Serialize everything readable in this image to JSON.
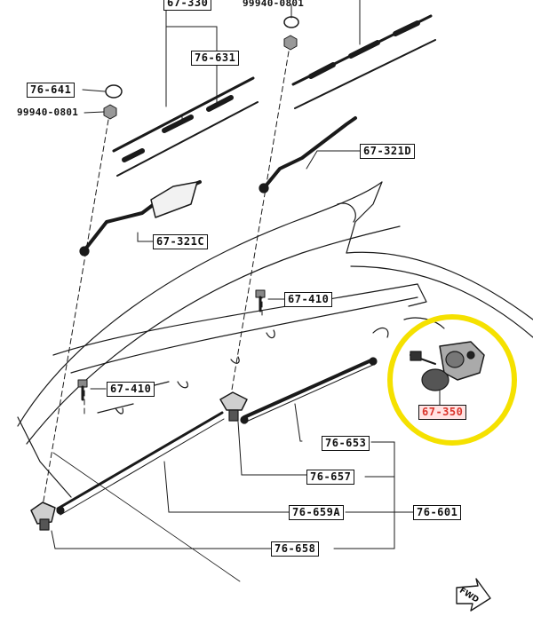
{
  "diagram": {
    "labels": {
      "top_left": "67-330",
      "top_right": "99940-0801",
      "l76_631": "76-631",
      "l76_641": "76-641",
      "l99940": "99940-0801",
      "l67_321d": "67-321D",
      "l67_321c": "67-321C",
      "l67_410a": "67-410",
      "l67_410b": "67-410",
      "l67_350": "67-350",
      "l76_653": "76-653",
      "l76_657": "76-657",
      "l76_659a": "76-659A",
      "l76_601": "76-601",
      "l76_658": "76-658"
    },
    "fwd": "FWD",
    "highlight_color": "#f5e100",
    "highlight_text_color": "#d9342b"
  }
}
